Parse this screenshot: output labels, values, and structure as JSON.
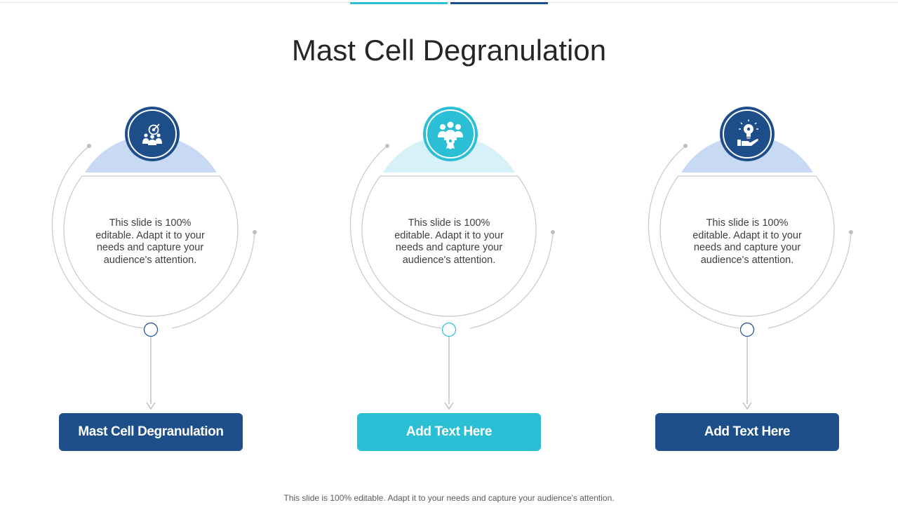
{
  "title": "Mast Cell Degranulation",
  "footer": "This slide is 100% editable. Adapt it to your needs and capture your audience's attention.",
  "colors": {
    "dark_blue": "#1d4e89",
    "teal": "#2bbfd6",
    "pale_blue": "#c8daf3",
    "pale_teal": "#d7f1f8",
    "grey_line": "#c8c8c8"
  },
  "columns": [
    {
      "icon": "target-team-icon",
      "body": "This slide is 100% editable. Adapt it to your needs and capture your audience's attention.",
      "button_label": "Mast Cell Degranulation"
    },
    {
      "icon": "team-award-icon",
      "body": "This slide is 100% editable. Adapt it to your needs and capture your audience's attention.",
      "button_label": "Add Text Here"
    },
    {
      "icon": "idea-hand-icon",
      "body": "This slide is 100% editable. Adapt it to your needs and capture your audience's attention.",
      "button_label": "Add Text Here"
    }
  ]
}
